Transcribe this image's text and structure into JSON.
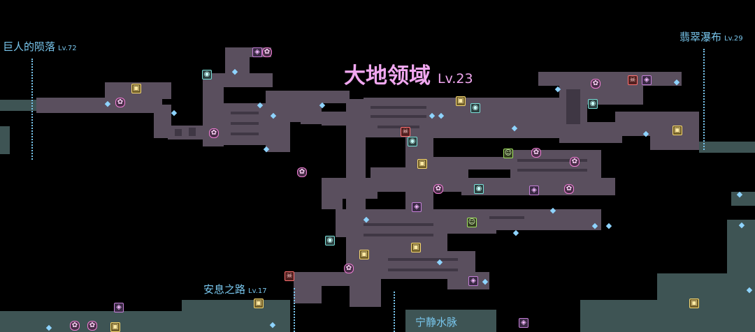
{
  "map": {
    "main_region": {
      "name": "大地领域",
      "level": "Lv.23"
    },
    "regions": [
      {
        "id": "giants-fall",
        "name": "巨人的陨落",
        "level": "Lv.72"
      },
      {
        "id": "jade-falls",
        "name": "翡翠瀑布",
        "level": "Lv.29"
      },
      {
        "id": "rest-road",
        "name": "安息之路",
        "level": "Lv.17"
      },
      {
        "id": "tranquil-vein",
        "name": "宁静水脉",
        "level": ""
      }
    ],
    "colors": {
      "background": "#000000",
      "main_area": "#5a4f5e",
      "main_area_dark": "#3f3744",
      "neighbor_area": "#3e5454",
      "main_label": "#f1a7f0",
      "region_label": "#79c7ee",
      "exit_line": "#79c7ee"
    },
    "icons": {
      "portal": "portal-icon",
      "save": "save-point-icon",
      "chest": "chest-icon",
      "boss": "boss-icon",
      "npc": "npc-icon",
      "gem": "crystal-icon",
      "mob": "enemy-icon"
    }
  }
}
